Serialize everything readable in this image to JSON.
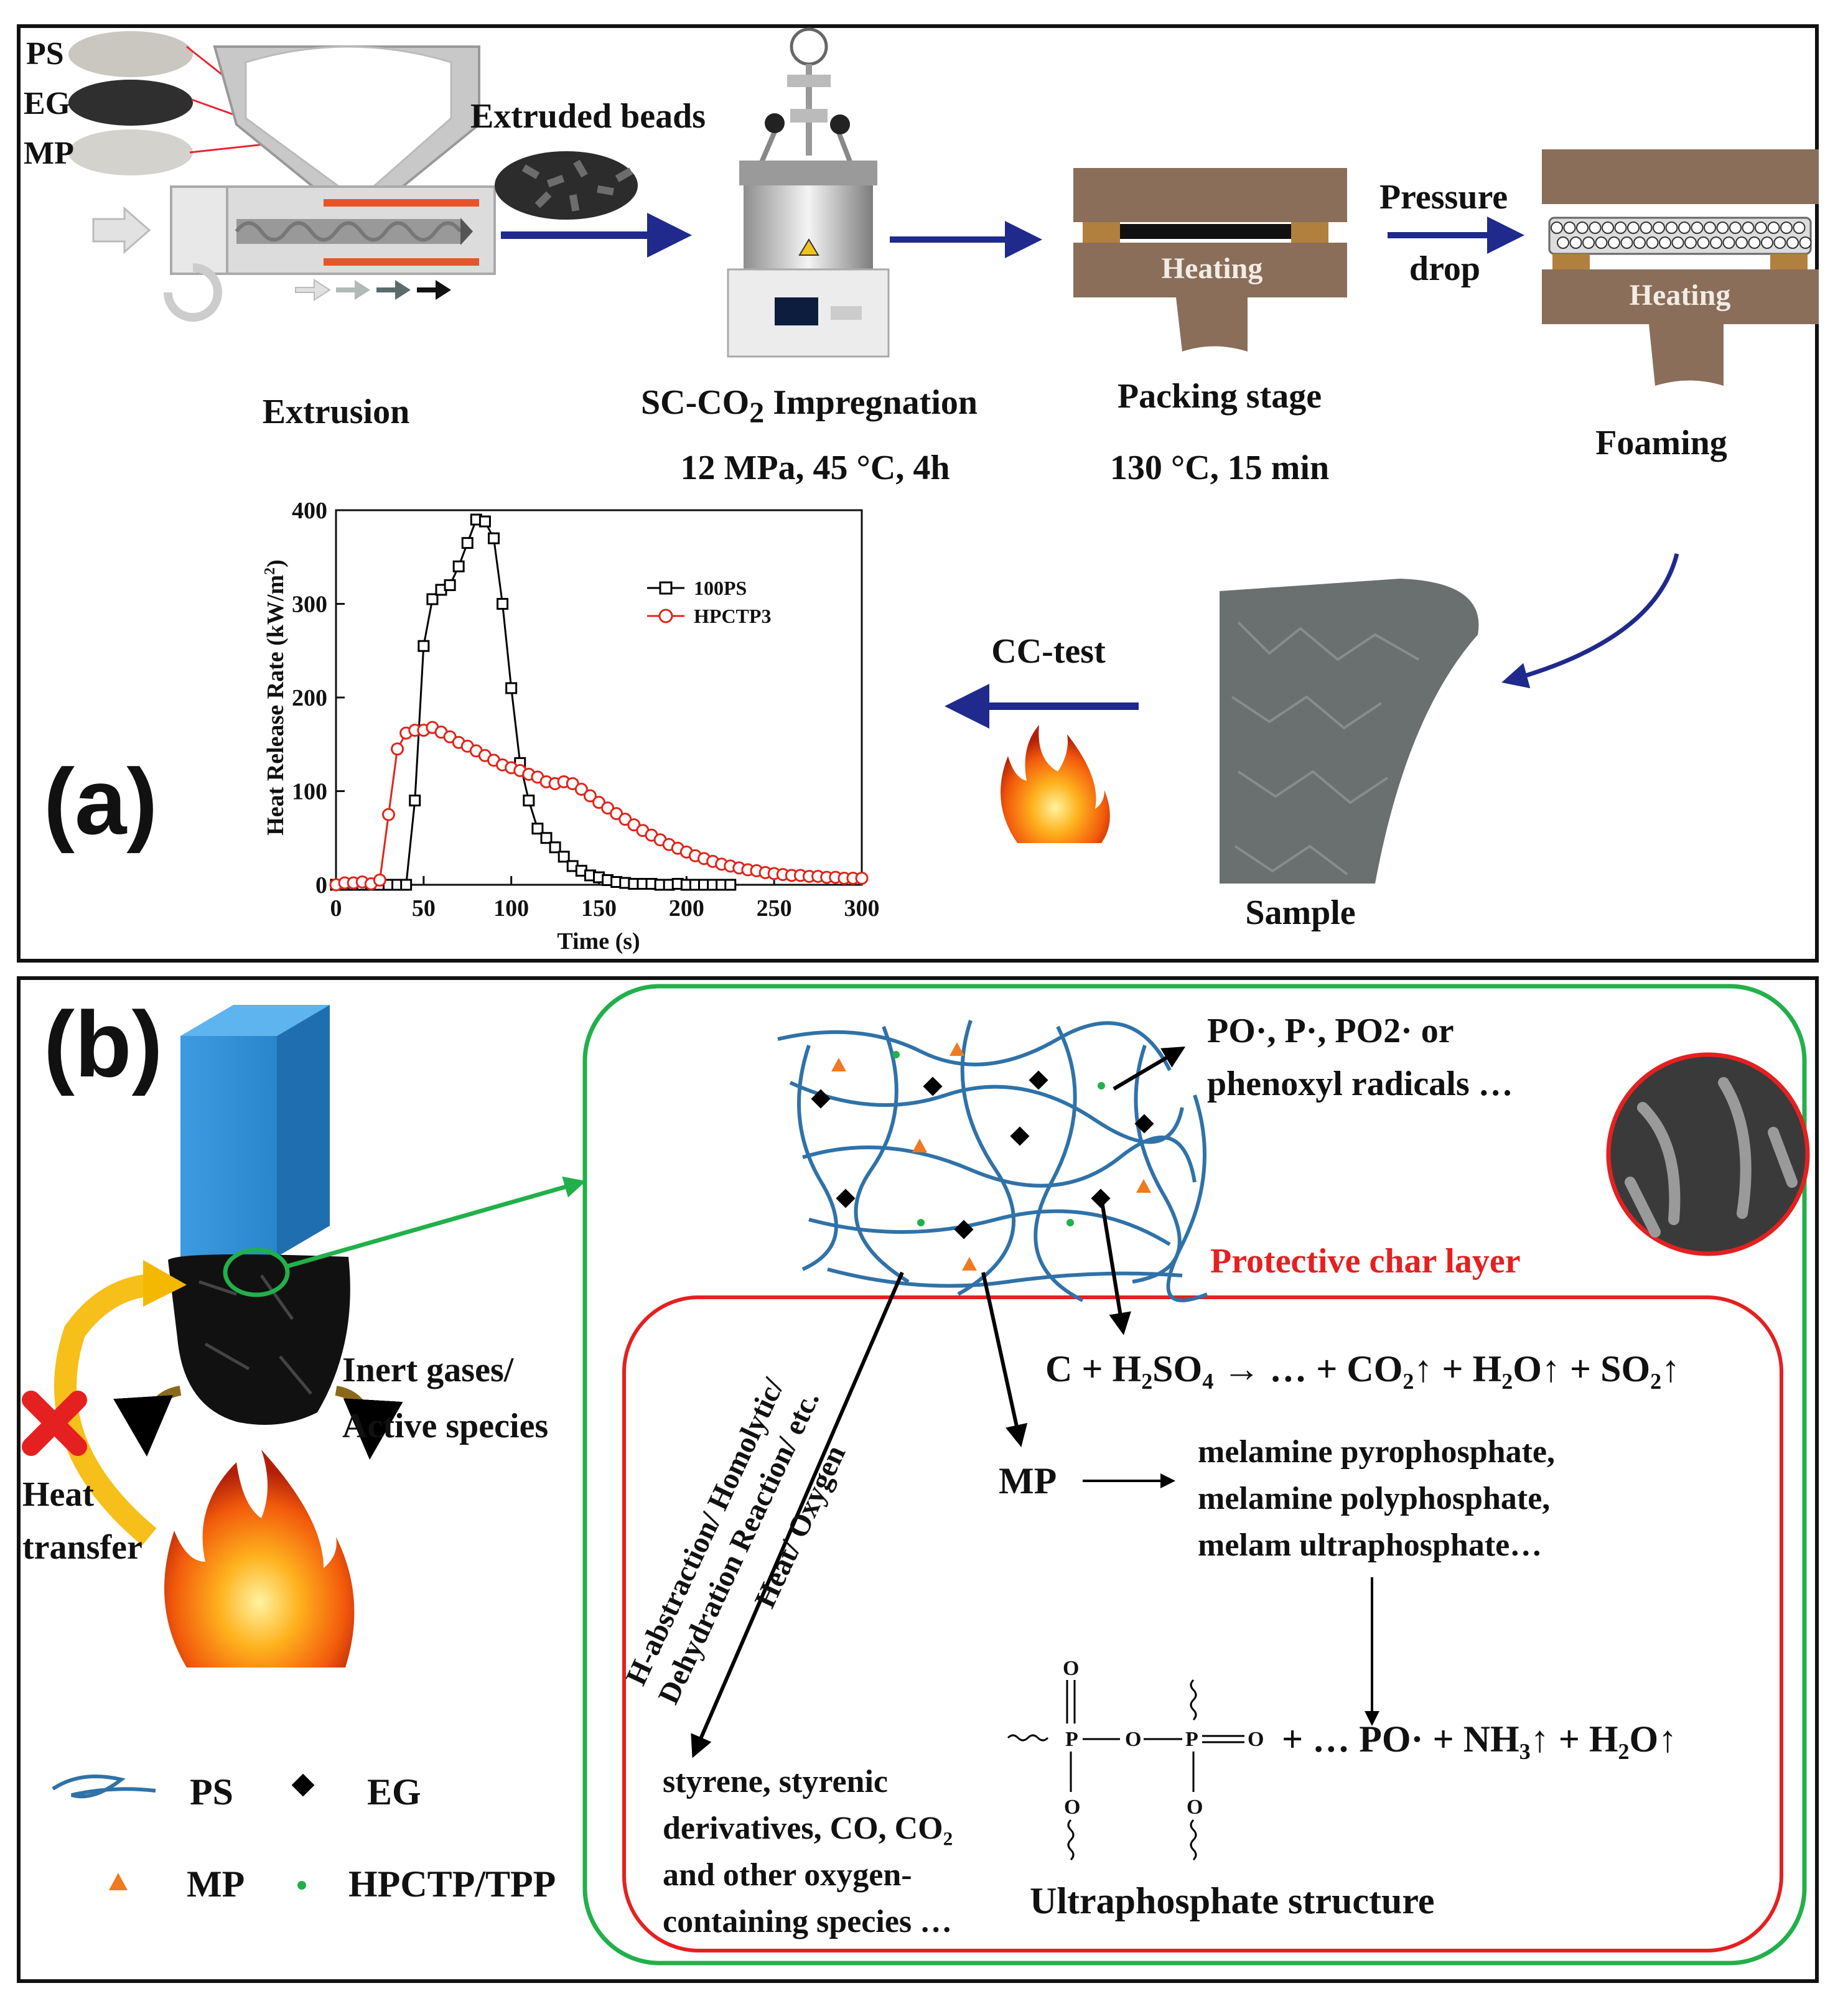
{
  "panel_a": {
    "label": "(a)",
    "materials": [
      "PS",
      "EG",
      "MP"
    ],
    "extruded_beads": "Extruded beads",
    "extrusion": "Extrusion",
    "impregnation_prefix": "SC-CO",
    "impregnation_sub": "2",
    "impregnation_suffix": " Impregnation",
    "impregnation_conditions": "12 MPa, 45 °C, 4h",
    "packing": "Packing stage",
    "packing_conditions": "130 °C, 15 min",
    "heating": "Heating",
    "pressure": "Pressure",
    "drop": "drop",
    "foaming": "Foaming",
    "cc_test": "CC-test",
    "sample": "Sample"
  },
  "chart_data": {
    "type": "line",
    "title": "",
    "xlabel": "Time (s)",
    "ylabel": "Heat Release Rate (kW/m²)",
    "ylabel_main": "Heat Release Rate (kW/m",
    "ylabel_sup": "2",
    "ylabel_close": ")",
    "xlim": [
      0,
      300
    ],
    "ylim": [
      0,
      400
    ],
    "xticks": [
      0,
      50,
      100,
      150,
      200,
      250,
      300
    ],
    "yticks": [
      0,
      100,
      200,
      300,
      400
    ],
    "legend_position": "top-right",
    "series": [
      {
        "name": "100PS",
        "color": "#000000",
        "marker": "square",
        "x": [
          0,
          5,
          10,
          15,
          20,
          25,
          30,
          35,
          40,
          45,
          50,
          55,
          60,
          65,
          70,
          75,
          80,
          85,
          90,
          95,
          100,
          105,
          110,
          115,
          120,
          125,
          130,
          135,
          140,
          145,
          150,
          155,
          160,
          165,
          170,
          175,
          180,
          185,
          190,
          195,
          200,
          205,
          210,
          215,
          220,
          225
        ],
        "y": [
          0,
          0,
          0,
          0,
          0,
          0,
          0,
          0,
          0,
          90,
          255,
          305,
          315,
          320,
          340,
          365,
          390,
          388,
          370,
          300,
          210,
          130,
          90,
          60,
          50,
          40,
          30,
          20,
          15,
          10,
          8,
          5,
          3,
          2,
          1,
          1,
          1,
          0,
          0,
          1,
          0,
          0,
          0,
          0,
          0,
          0
        ]
      },
      {
        "name": "HPCTP3",
        "color": "#e0241b",
        "marker": "circle",
        "x": [
          0,
          5,
          10,
          15,
          20,
          25,
          30,
          35,
          40,
          45,
          50,
          55,
          60,
          65,
          70,
          75,
          80,
          85,
          90,
          95,
          100,
          105,
          110,
          115,
          120,
          125,
          130,
          135,
          140,
          145,
          150,
          155,
          160,
          165,
          170,
          175,
          180,
          185,
          190,
          195,
          200,
          205,
          210,
          215,
          220,
          225,
          230,
          235,
          240,
          245,
          250,
          255,
          260,
          265,
          270,
          275,
          280,
          285,
          290,
          295,
          300
        ],
        "y": [
          0,
          2,
          2,
          3,
          1,
          5,
          75,
          145,
          162,
          165,
          165,
          168,
          163,
          158,
          152,
          148,
          143,
          138,
          133,
          128,
          125,
          122,
          118,
          115,
          110,
          108,
          110,
          108,
          102,
          95,
          88,
          82,
          76,
          70,
          64,
          58,
          53,
          48,
          43,
          39,
          35,
          31,
          28,
          25,
          22,
          20,
          18,
          16,
          15,
          13,
          12,
          11,
          10,
          10,
          9,
          9,
          8,
          8,
          7,
          7,
          7
        ]
      }
    ]
  },
  "panel_b": {
    "label": "(b)",
    "inert_gases": "Inert gases/",
    "active_species": "Active species",
    "heat": "Heat",
    "transfer": "transfer",
    "radicals_line1": "PO·, P·, PO2· or",
    "radicals_line2": "phenoxyl radicals …",
    "protective_char": "Protective char layer",
    "eq1": "C + H₂SO₄ → … + CO₂↑ + H₂O↑ + SO₂↑",
    "mp": "MP",
    "mp_products": [
      "melamine pyrophosphate,",
      "melamine polyphosphate,",
      "melam ultraphosphate…"
    ],
    "rot_line1": "H-abstraction/ Homolytic/",
    "rot_line2": "Dehydration Reaction/ etc.",
    "rot_line3": "Heat/ Oxygen",
    "products": [
      "styrene, styrenic",
      "derivatives, CO, CO₂",
      "and other oxygen-",
      "containing species …"
    ],
    "struct_eq": "+ … PO· + NH₃↑ + H₂O↑",
    "struct_p": "P",
    "struct_o": "O",
    "ultraphosphate": "Ultraphosphate structure",
    "legend": {
      "ps": "PS",
      "eg": "EG",
      "mp": "MP",
      "hpctp": "HPCTP/TPP"
    }
  }
}
